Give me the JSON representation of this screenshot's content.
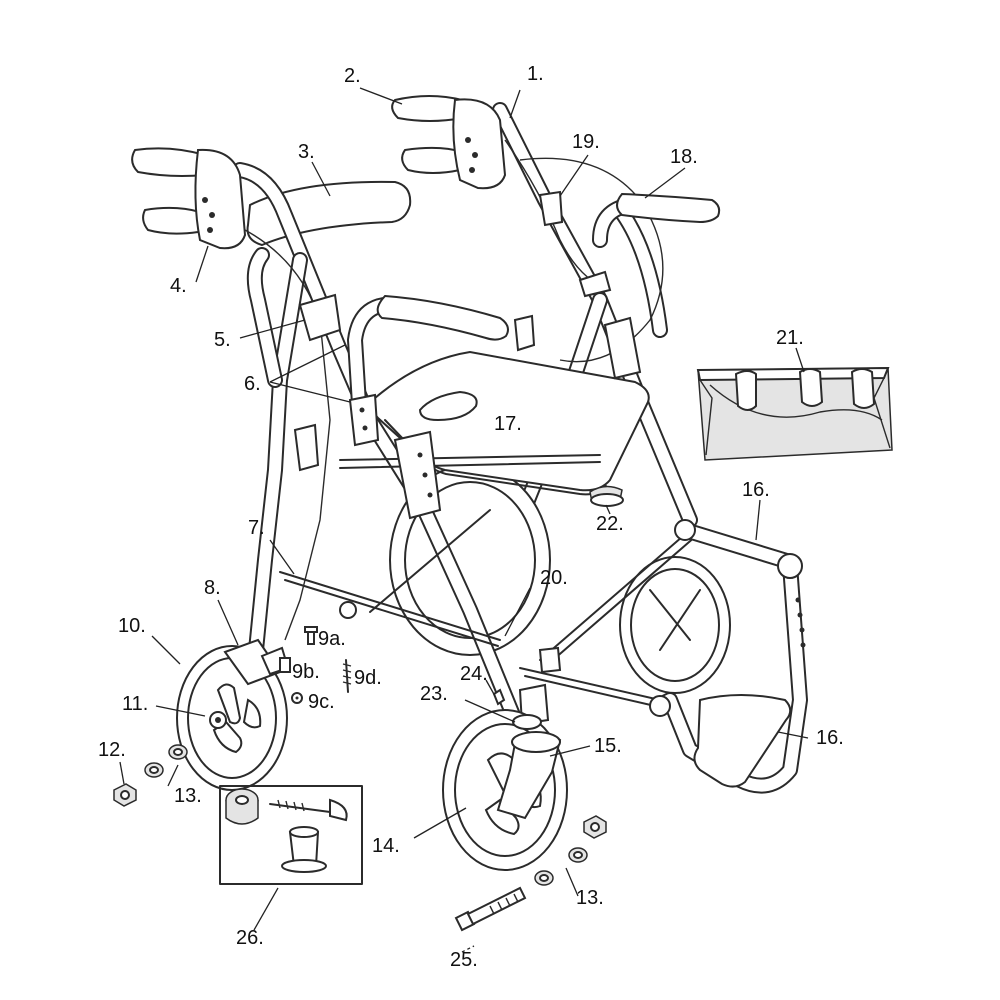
{
  "labels": {
    "p1": "1.",
    "p2": "2.",
    "p3": "3.",
    "p4": "4.",
    "p5": "5.",
    "p6": "6.",
    "p7": "7.",
    "p8": "8.",
    "p9a": "9a.",
    "p9b": "9b.",
    "p9c": "9c.",
    "p9d": "9d.",
    "p10": "10.",
    "p11": "11.",
    "p12": "12.",
    "p13a": "13.",
    "p13b": "13.",
    "p14": "14.",
    "p15": "15.",
    "p16a": "16.",
    "p16b": "16.",
    "p17": "17.",
    "p18": "18.",
    "p19": "19.",
    "p20": "20.",
    "p21": "21.",
    "p22": "22.",
    "p23": "23.",
    "p24": "24.",
    "p25": "25.",
    "p26": "26."
  }
}
